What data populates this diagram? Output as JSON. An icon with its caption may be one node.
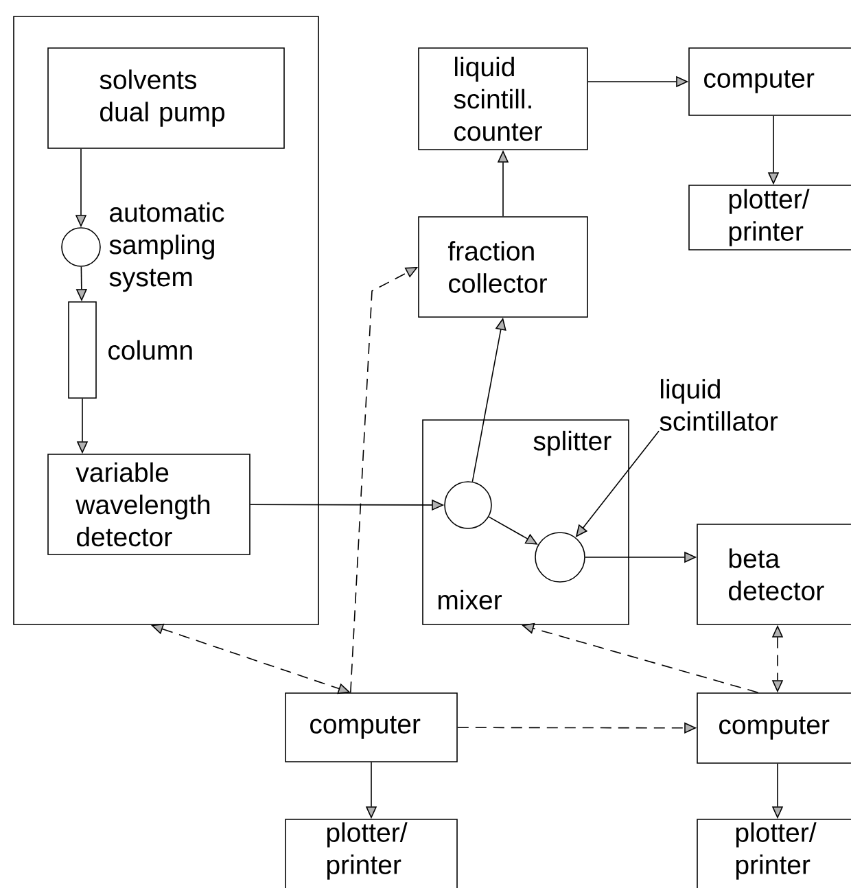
{
  "diagram": {
    "nodes": [
      {
        "text": [],
        "shape": "box"
      },
      {
        "text": [
          "solvents dual pump"
        ],
        "in": 0
      },
      {
        "text": [],
        "shape": "circle",
        "beside": [
          "automatic sampling system"
        ],
        "in": 0
      },
      {
        "text": [],
        "shape": "box",
        "beside": [
          "column"
        ],
        "in": 0
      },
      {
        "text": [
          "variable wavelength detector"
        ],
        "in": 0
      },
      {
        "text": [
          "liquid scintill. counter"
        ]
      },
      {
        "text": [
          "computer"
        ]
      },
      {
        "text": [
          "plotter/ printer"
        ]
      },
      {
        "text": [
          "fraction collector"
        ]
      },
      {
        "text": [
          "splitter",
          "mixer"
        ]
      },
      {
        "text": [],
        "shape": "circle",
        "in": 9
      },
      {
        "text": [],
        "shape": "circle",
        "in": 9
      },
      {
        "text": [
          "liquid scintillator"
        ]
      },
      {
        "text": [
          "beta detector"
        ]
      },
      {
        "text": [
          "computer"
        ]
      },
      {
        "text": [
          "computer"
        ]
      },
      {
        "text": [
          "plotter/ printer"
        ]
      },
      {
        "text": [
          "plotter/ printer"
        ]
      }
    ],
    "edges": [
      {
        "from": 1,
        "to": 2,
        "arrow": "to"
      },
      {
        "from": 2,
        "to": 3,
        "arrow": "to"
      },
      {
        "from": 3,
        "to": 4,
        "arrow": "to"
      },
      {
        "from": 4,
        "to": 10,
        "arrow": "to"
      },
      {
        "from": 10,
        "to": 8,
        "arrow": "to"
      },
      {
        "from": 8,
        "to": 5,
        "arrow": "to"
      },
      {
        "from": 5,
        "to": 6,
        "arrow": "to"
      },
      {
        "from": 6,
        "to": 7,
        "arrow": "to"
      },
      {
        "from": 10,
        "to": 11,
        "arrow": "to"
      },
      {
        "from": 11,
        "to": 13,
        "arrow": "to"
      },
      {
        "from": 12,
        "to": 11,
        "arrow": "to"
      },
      {
        "from": 0,
        "to": 14,
        "arrow": "both",
        "style": "dashed"
      },
      {
        "from": 14,
        "to": 8,
        "arrow": "to",
        "style": "dashed"
      },
      {
        "from": 14,
        "to": 15,
        "arrow": "to",
        "style": "dashed"
      },
      {
        "from": 15,
        "to": 9,
        "arrow": "to",
        "style": "dashed"
      },
      {
        "from": 13,
        "to": 15,
        "arrow": "both",
        "style": "dashed"
      },
      {
        "from": 14,
        "to": 16,
        "arrow": "to"
      },
      {
        "from": 15,
        "to": 17,
        "arrow": "to"
      }
    ]
  }
}
